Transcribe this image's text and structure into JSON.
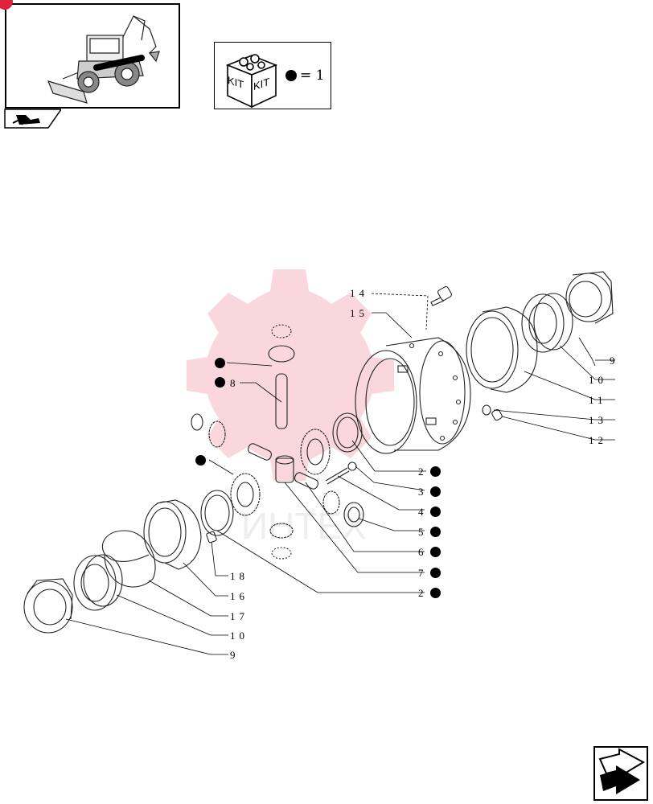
{
  "kit": {
    "box_text_left": "KIT",
    "box_text_right": "KIT",
    "equation": "= 1"
  },
  "callouts": [
    {
      "id": "c14",
      "label": "14",
      "kit": false
    },
    {
      "id": "c15",
      "label": "15",
      "kit": false
    },
    {
      "id": "c9r",
      "label": "9",
      "kit": false
    },
    {
      "id": "c10r",
      "label": "10",
      "kit": false
    },
    {
      "id": "c11",
      "label": "11",
      "kit": false
    },
    {
      "id": "c13",
      "label": "13",
      "kit": false
    },
    {
      "id": "c12",
      "label": "12",
      "kit": false
    },
    {
      "id": "c8",
      "label": "8",
      "kit": true
    },
    {
      "id": "c2a",
      "label": "2",
      "kit": true
    },
    {
      "id": "c3",
      "label": "3",
      "kit": true
    },
    {
      "id": "c4",
      "label": "4",
      "kit": true
    },
    {
      "id": "c5",
      "label": "5",
      "kit": true
    },
    {
      "id": "c6",
      "label": "6",
      "kit": true
    },
    {
      "id": "c7",
      "label": "7",
      "kit": true
    },
    {
      "id": "c2b",
      "label": "2",
      "kit": true
    },
    {
      "id": "c18",
      "label": "18",
      "kit": false
    },
    {
      "id": "c16",
      "label": "16",
      "kit": false
    },
    {
      "id": "c17",
      "label": "17",
      "kit": false
    },
    {
      "id": "c10l",
      "label": "10",
      "kit": false
    },
    {
      "id": "c9l",
      "label": "9",
      "kit": false
    }
  ],
  "icons": {
    "thumbnail": "backhoe-loader-icon",
    "tab": "machine-section-icon",
    "kit": "kit-box-icon",
    "nav": "next-page-arrow-icon",
    "watermark": "gear-watermark"
  }
}
